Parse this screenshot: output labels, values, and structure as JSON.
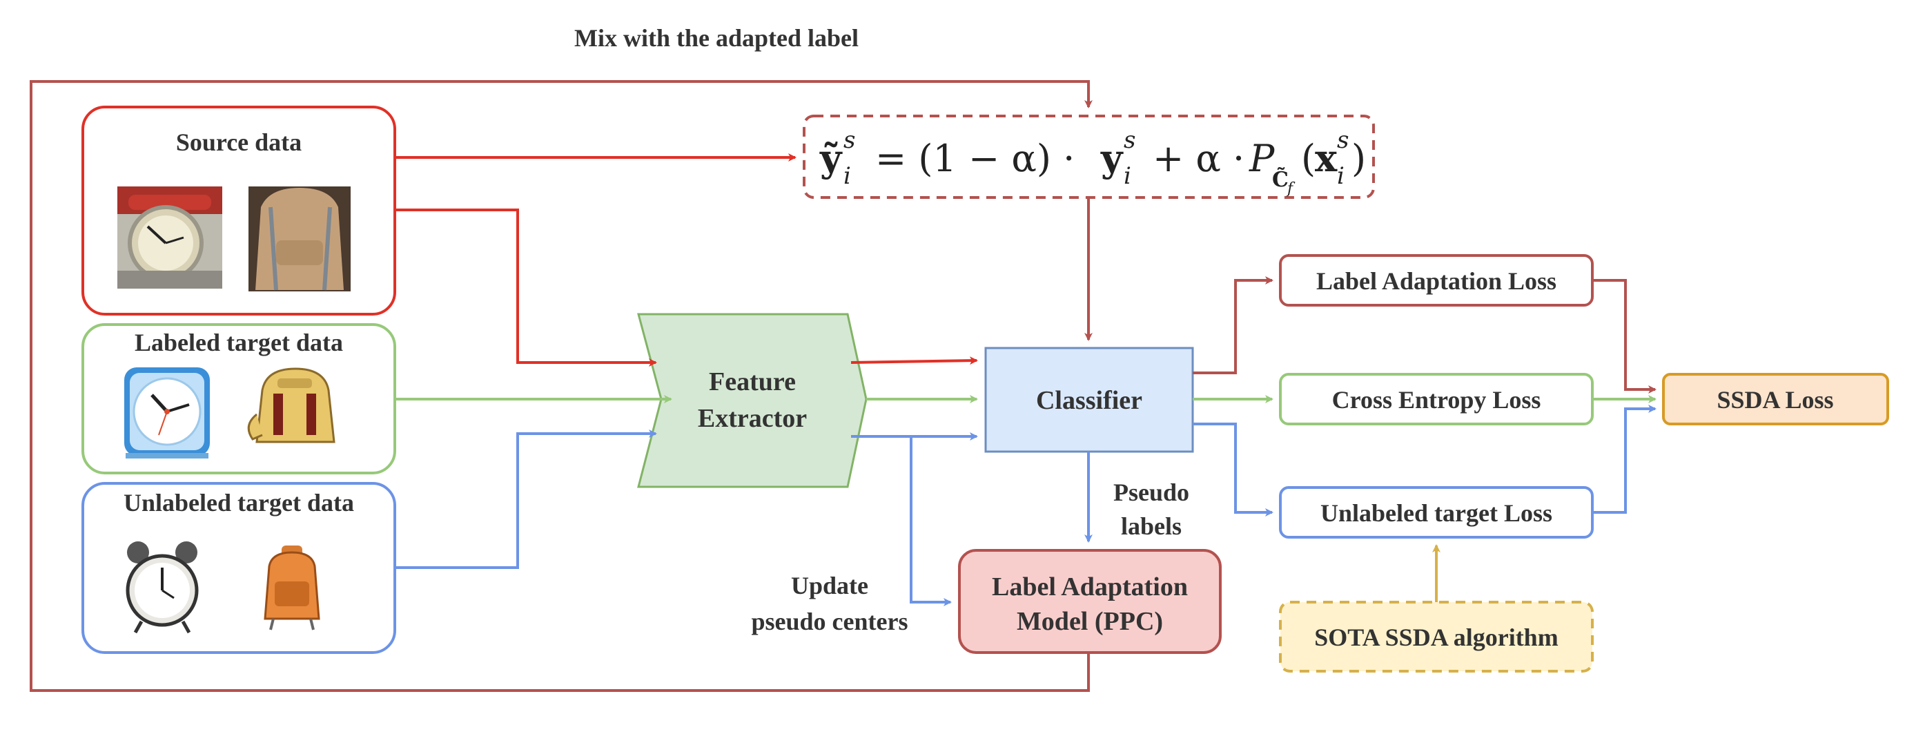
{
  "top_caption": "Mix with the adapted label",
  "formula": {
    "lhs": "ỹ",
    "sub_i": "i",
    "sup_s": "s",
    "eq": "= (1 − α) ·",
    "y": "y",
    "plus": "+ α ·",
    "P": "P",
    "P_sub_C": "C̃",
    "P_sub_f": "f",
    "x_open": "(",
    "x": "x",
    "x_close": ")"
  },
  "inputs": {
    "source": {
      "title": "Source data",
      "images": [
        "alarm-clock-photo",
        "backpack-photo"
      ]
    },
    "labeled_target": {
      "title": "Labeled target data",
      "images": [
        "wall-clock-clipart",
        "backpack-clipart"
      ]
    },
    "unlabeled_target": {
      "title": "Unlabeled target data",
      "images": [
        "alarm-clock-clipart",
        "orange-backpack-clipart"
      ]
    }
  },
  "feature_extractor": {
    "line1": "Feature",
    "line2": "Extractor"
  },
  "classifier": {
    "label": "Classifier"
  },
  "pseudo_labels": {
    "line1": "Pseudo",
    "line2": "labels"
  },
  "update_centers": {
    "line1": "Update",
    "line2": "pseudo centers"
  },
  "label_adaptation_model": {
    "line1": "Label Adaptation",
    "line2": "Model (PPC)"
  },
  "losses": {
    "label_adaptation": "Label Adaptation Loss",
    "cross_entropy": "Cross Entropy Loss",
    "unlabeled_target": "Unlabeled target Loss"
  },
  "ssda_loss": "SSDA Loss",
  "sota": "SOTA SSDA algorithm",
  "colors": {
    "red": "#e03127",
    "green": "#97c97a",
    "blue": "#6c93e6",
    "brown": "#b3524f",
    "gold": "#d6b04a",
    "fe_fill": "#d5e8d4",
    "fe_stroke": "#82b366",
    "cls_fill": "#dae8fc",
    "cls_stroke": "#6c8ebf",
    "lam_fill": "#f8cecc",
    "ssda_fill": "#fde4cc",
    "ssda_stroke": "#d79b25",
    "sota_fill": "#fff2cc"
  }
}
